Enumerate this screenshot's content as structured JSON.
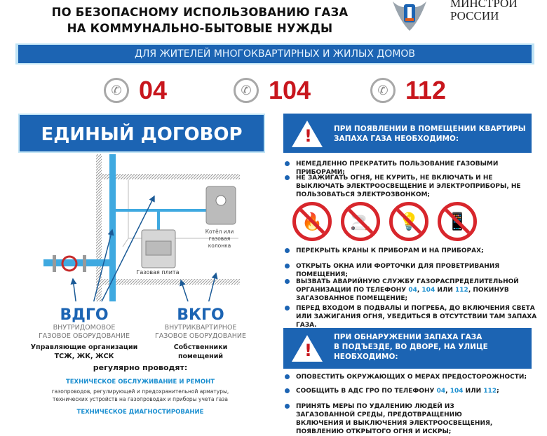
{
  "header": {
    "title_line1": "ПО БЕЗОПАСНОМУ ИСПОЛЬЗОВАНИЮ ГАЗА",
    "title_line2": "НА КОММУНАЛЬНО-БЫТОВЫЕ НУЖДЫ",
    "ministry_line1": "МИНСТРОЙ",
    "ministry_line2": "РОССИИ",
    "band": "ДЛЯ ЖИТЕЛЕЙ МНОГОКВАРТИРНЫХ И ЖИЛЫХ ДОМОВ"
  },
  "phones": [
    {
      "icon": "phone-icon",
      "number": "04"
    },
    {
      "icon": "phone-icon",
      "number": "104"
    },
    {
      "icon": "phone-icon",
      "number": "112"
    }
  ],
  "left": {
    "heading": "ЕДИНЫЙ ДОГОВОР",
    "diagram": {
      "stove": "Газовая плита",
      "boiler": "Котёл или газовая колонка"
    },
    "vdgo": {
      "abbr": "ВДГО",
      "desc1": "ВНУТРИДОМОВОЕ",
      "desc2": "ГАЗОВОЕ ОБОРУДОВАНИЕ",
      "who1": "Управляющие организации",
      "who2": "ТСЖ, ЖК, ЖСК"
    },
    "vkgo": {
      "abbr": "ВКГО",
      "desc1": "ВНУТРИКВАРТИРНОЕ",
      "desc2": "ГАЗОВОЕ ОБОРУДОВАНИЕ",
      "who1": "Собственники",
      "who2": "помещений"
    },
    "regular": "регулярно проводят:",
    "service_title": "ТЕХНИЧЕСКОЕ ОБСЛУЖИВАНИЕ И РЕМОНТ",
    "service_line1": "газопроводов, регулирующей и предохранительной арматуры,",
    "service_line2": "технических устройств на газопроводах и приборы учета газа",
    "diag_title": "ТЕХНИЧЕСКОЕ ДИАГНОСТИРОВАНИЕ"
  },
  "right": {
    "section1": {
      "title1": "ПРИ ПОЯВЛЕНИИ В ПОМЕЩЕНИИ КВАРТИРЫ",
      "title2": "ЗАПАХА ГАЗА НЕОБХОДИМО:",
      "b1": "НЕМЕДЛЕННО ПРЕКРАТИТЬ ПОЛЬЗОВАНИЕ ГАЗОВЫМИ ПРИБОРАМИ;",
      "b2": "НЕ ЗАЖИГАТЬ ОГНЯ, НЕ КУРИТЬ, НЕ ВКЛЮЧАТЬ И НЕ ВЫКЛЮЧАТЬ ЭЛЕКТРООСВЕЩЕНИЕ И ЭЛЕКТРОПРИБОРЫ, НЕ ПОЛЬЗОВАТЬСЯ ЭЛЕКТРОЗВОНКОМ;",
      "b3": "ПЕРЕКРЫТЬ КРАНЫ К ПРИБОРАМ И НА ПРИБОРАХ;",
      "b4": "ОТКРЫТЬ ОКНА ИЛИ ФОРТОЧКИ ДЛЯ ПРОВЕТРИВАНИЯ ПОМЕЩЕНИЯ;",
      "b5a": "ВЫЗВАТЬ АВАРИЙНУЮ СЛУЖБУ ГАЗОРАСПРЕДЕЛИТЕЛЬНОЙ ОРГАНИЗАЦИИ ПО ТЕЛЕФОНУ ",
      "b5n1": "04",
      "b5c": ", ",
      "b5n2": "104",
      "b5or": " ИЛИ ",
      "b5n3": "112",
      "b5b": ", ПОКИНУВ ЗАГАЗОВАННОЕ ПОМЕЩЕНИЕ;",
      "b6": "ПЕРЕД ВХОДОМ В ПОДВАЛЫ И ПОГРЕБА, ДО ВКЛЮЧЕНИЯ СВЕТА ИЛИ ЗАЖИГАНИЯ ОГНЯ, УБЕДИТЬСЯ В ОТСУТСТВИИ ТАМ ЗАПАХА ГАЗА."
    },
    "section2": {
      "title1": "ПРИ ОБНАРУЖЕНИИ ЗАПАХА ГАЗА",
      "title2": "В ПОДЪЕЗДЕ, ВО ДВОРЕ, НА УЛИЦЕ",
      "title3": "НЕОБХОДИМО:",
      "b1": "ОПОВЕСТИТЬ ОКРУЖАЮЩИХ О МЕРАХ ПРЕДОСТОРОЖНОСТИ;",
      "b2a": "СООБЩИТЬ В АДС ГРО ПО ТЕЛЕФОНУ ",
      "b2n1": "04",
      "b2c": ", ",
      "b2n2": "104",
      "b2or": " ИЛИ ",
      "b2n3": "112",
      "b2b": ";",
      "b3": "ПРИНЯТЬ МЕРЫ ПО УДАЛЕНИЮ ЛЮДЕЙ ИЗ ЗАГАЗОВАННОЙ СРЕДЫ, ПРЕДОТВРАЩЕНИЮ ВКЛЮЧЕНИЯ И ВЫКЛЮЧЕНИЯ ЭЛЕКТРООСВЕЩЕНИЯ, ПОЯВЛЕНИЮ ОТКРЫТОГО ОГНЯ И ИСКРЫ;"
    }
  },
  "colors": {
    "blue": "#1c64b3",
    "red": "#c8161d",
    "light_blue": "#3fa9e0"
  }
}
